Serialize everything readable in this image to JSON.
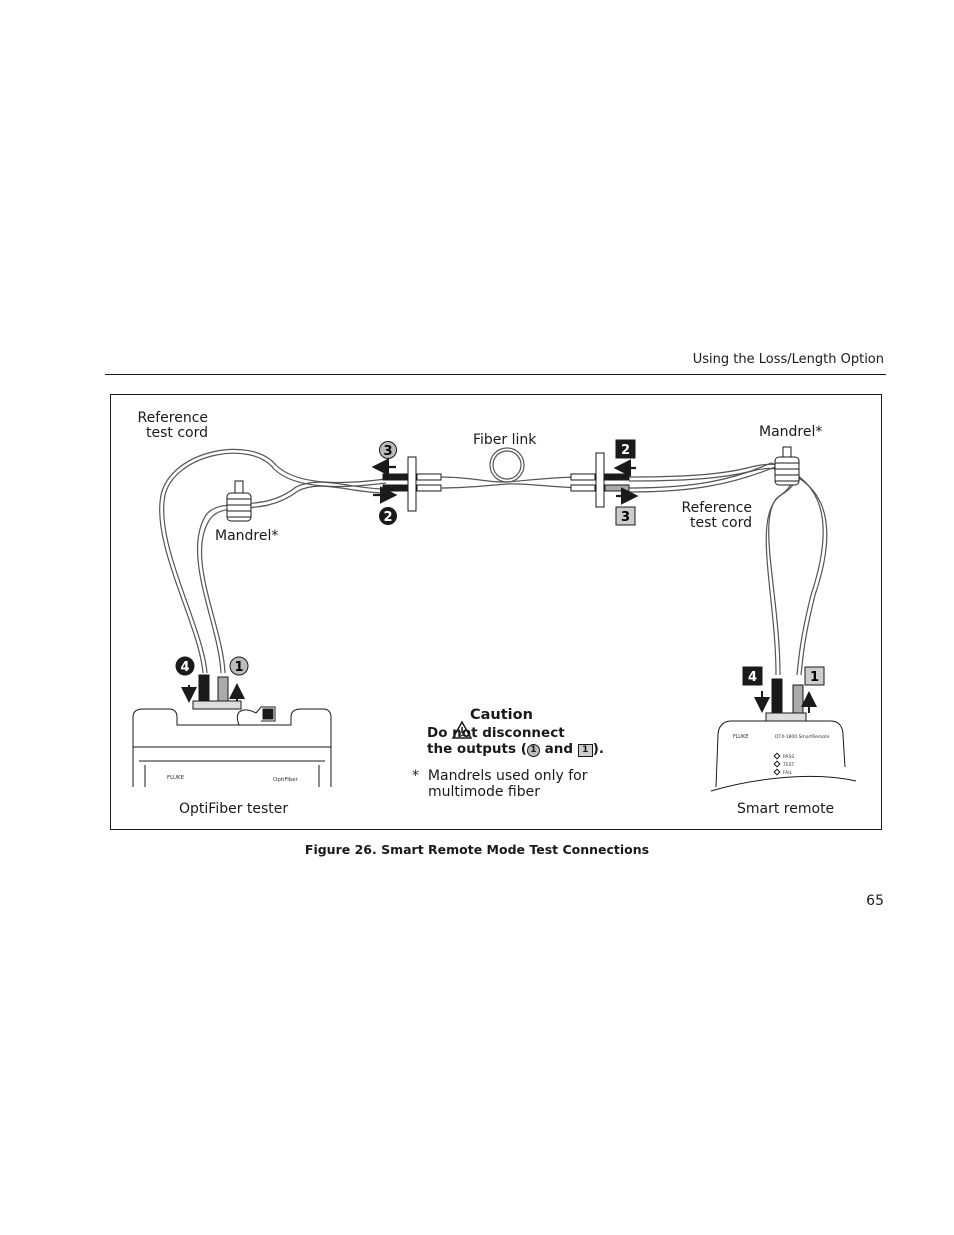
{
  "header": {
    "title": "Using the Loss/Length Option"
  },
  "figure": {
    "labels": {
      "ref_cord_left": [
        "Reference",
        "test cord"
      ],
      "ref_cord_right": [
        "Reference",
        "test cord"
      ],
      "fiber_link": "Fiber link",
      "mandrel_left": "Mandrel*",
      "mandrel_right": "Mandrel*",
      "tester": "OptiFiber tester",
      "remote": "Smart remote"
    },
    "step_badges": {
      "one": "1",
      "two": "2",
      "three": "3",
      "four": "4"
    },
    "caution": {
      "title": "Caution",
      "line1": "Do not disconnect",
      "line2_prefix": "the outputs (",
      "badge_circle": "1",
      "and": "and",
      "badge_square": "1",
      "line2_suffix": ")."
    },
    "note": {
      "star": "*",
      "line1": "Mandrels used only for",
      "line2": "multimode fiber"
    },
    "device_text": {
      "tester_brand": "FLUKE",
      "tester_model": "OptiFiber",
      "remote_brand": "FLUKE",
      "remote_model": "DTX-1800 SmartRemote",
      "remote_leds": [
        "PASS",
        "TEST",
        "FAIL"
      ]
    }
  },
  "caption": "Figure 26. Smart Remote Mode Test Connections",
  "page_number": "65"
}
